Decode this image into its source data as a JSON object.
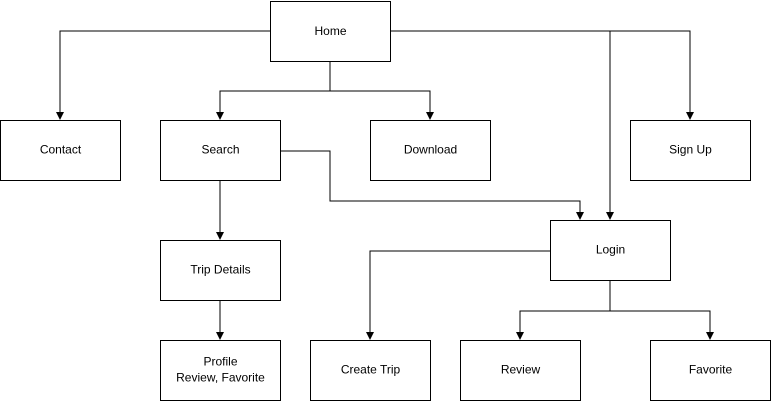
{
  "nodes": {
    "home": {
      "label": [
        "Home"
      ]
    },
    "contact": {
      "label": [
        "Contact"
      ]
    },
    "search": {
      "label": [
        "Search"
      ]
    },
    "download": {
      "label": [
        "Download"
      ]
    },
    "signup": {
      "label": [
        "Sign Up"
      ]
    },
    "login": {
      "label": [
        "Login"
      ]
    },
    "trip_details": {
      "label": [
        "Trip Details"
      ]
    },
    "profile": {
      "label": [
        "Profile",
        "Review, Favorite"
      ]
    },
    "create_trip": {
      "label": [
        "Create Trip"
      ]
    },
    "review": {
      "label": [
        "Review"
      ]
    },
    "favorite": {
      "label": [
        "Favorite"
      ]
    }
  },
  "edges": [
    {
      "from": "home",
      "to": "contact"
    },
    {
      "from": "home",
      "to": "search"
    },
    {
      "from": "home",
      "to": "download"
    },
    {
      "from": "home",
      "to": "login"
    },
    {
      "from": "home",
      "to": "signup"
    },
    {
      "from": "search",
      "to": "login"
    },
    {
      "from": "search",
      "to": "trip_details"
    },
    {
      "from": "trip_details",
      "to": "profile"
    },
    {
      "from": "login",
      "to": "create_trip"
    },
    {
      "from": "login",
      "to": "review"
    },
    {
      "from": "login",
      "to": "favorite"
    }
  ]
}
